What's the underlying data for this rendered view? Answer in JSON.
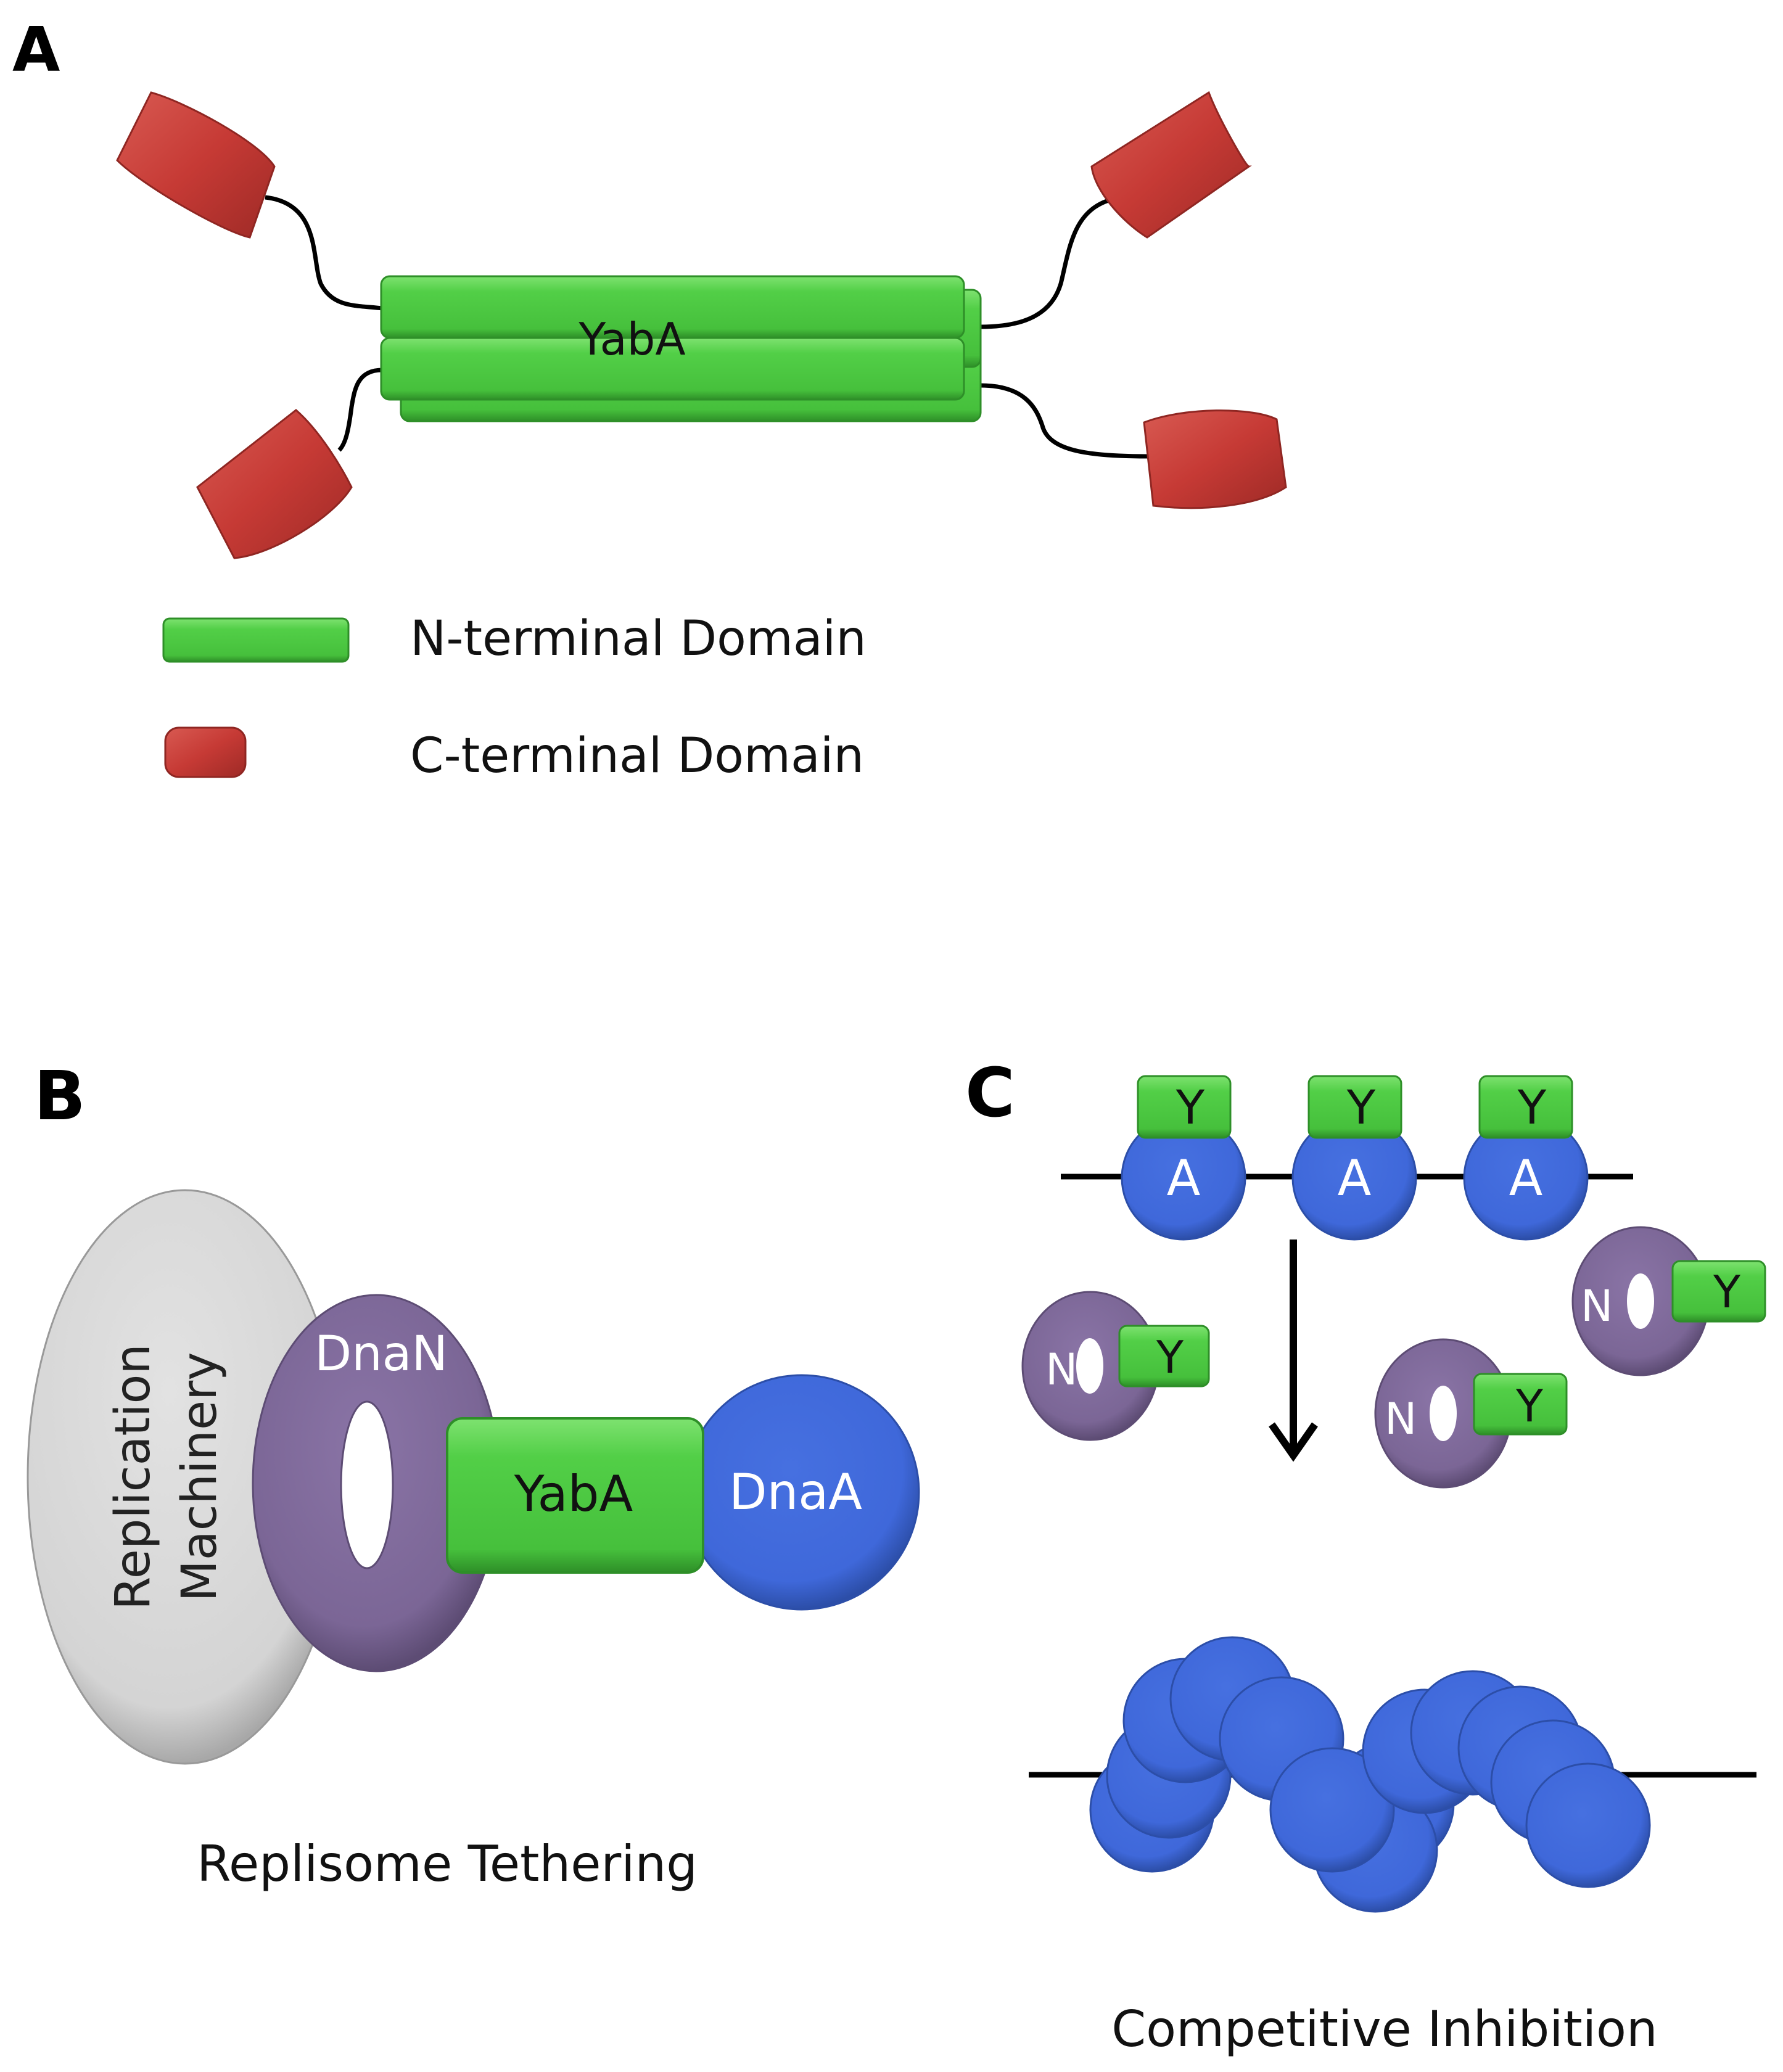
{
  "panels": {
    "a": {
      "letter": "A",
      "center_label": "YabA",
      "legend": [
        {
          "label": "N-terminal Domain",
          "color": "#4fcc45"
        },
        {
          "label": "C-terminal Domain",
          "color": "#c63a35"
        }
      ]
    },
    "b": {
      "letter": "B",
      "replication_line1": "Replication",
      "replication_line2": "Machinery",
      "dnan": "DnaN",
      "yaba": "YabA",
      "dnaa": "DnaA",
      "caption": "Replisome Tethering"
    },
    "c": {
      "letter": "C",
      "y_label": "Y",
      "a_label": "A",
      "n_label": "N",
      "caption": "Competitive Inhibition"
    }
  },
  "colors": {
    "green": "#4fcc45",
    "red": "#c63a35",
    "blue": "#3f68da",
    "purple": "#7b6696",
    "gray": "#d6d6d6"
  }
}
